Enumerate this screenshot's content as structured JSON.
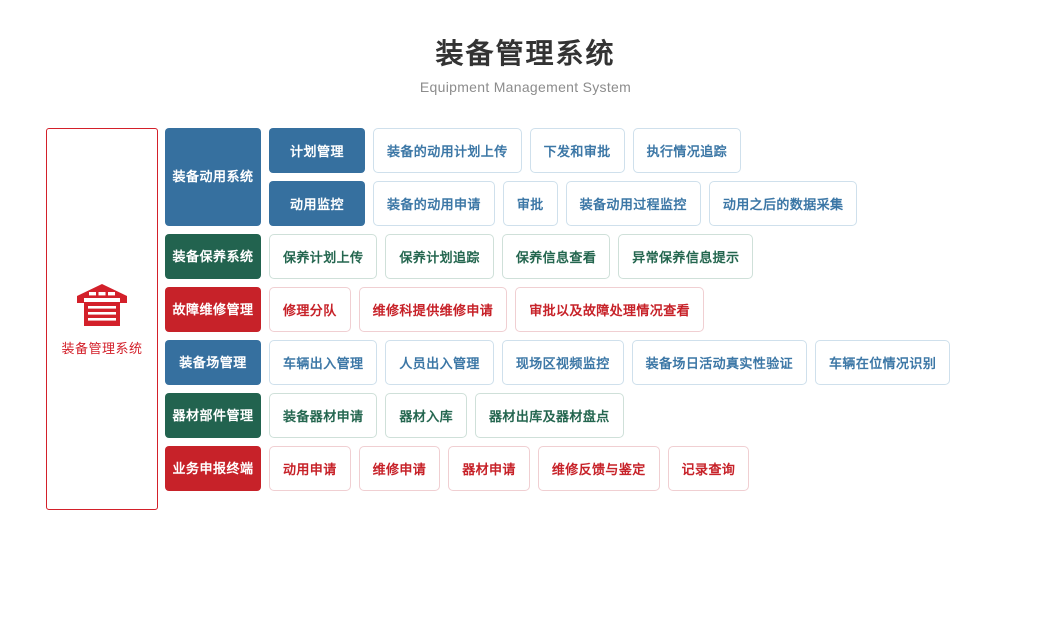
{
  "header": {
    "title": "装备管理系统",
    "subtitle": "Equipment Management System"
  },
  "root": {
    "label": "装备管理系统",
    "icon": "warehouse-icon",
    "color": "#d3202a"
  },
  "colors": {
    "blue": "#36709f",
    "green": "#22634f",
    "red": "#c72229",
    "title": "#333333",
    "subtitle": "#8c8c8c"
  },
  "groups": [
    {
      "category": "装备动用系统",
      "theme": "blue",
      "rows": [
        {
          "sub": "计划管理",
          "leaves": [
            "装备的动用计划上传",
            "下发和审批",
            "执行情况追踪"
          ]
        },
        {
          "sub": "动用监控",
          "leaves": [
            "装备的动用申请",
            "审批",
            "装备动用过程监控",
            "动用之后的数据采集"
          ]
        }
      ]
    },
    {
      "category": "装备保养系统",
      "theme": "green",
      "rows": [
        {
          "sub": null,
          "leaves": [
            "保养计划上传",
            "保养计划追踪",
            "保养信息查看",
            "异常保养信息提示"
          ]
        }
      ]
    },
    {
      "category": "故障维修管理",
      "theme": "red",
      "rows": [
        {
          "sub": null,
          "leaves": [
            "修理分队",
            "维修科提供维修申请",
            "审批以及故障处理情况查看"
          ]
        }
      ]
    },
    {
      "category": "装备场管理",
      "theme": "blue",
      "rows": [
        {
          "sub": null,
          "leaves": [
            "车辆出入管理",
            "人员出入管理",
            "现场区视频监控",
            "装备场日活动真实性验证",
            "车辆在位情况识别"
          ]
        }
      ]
    },
    {
      "category": "器材部件管理",
      "theme": "green",
      "rows": [
        {
          "sub": null,
          "leaves": [
            "装备器材申请",
            "器材入库",
            "器材出库及器材盘点"
          ]
        }
      ]
    },
    {
      "category": "业务申报终端",
      "theme": "red",
      "rows": [
        {
          "sub": null,
          "leaves": [
            "动用申请",
            "维修申请",
            "器材申请",
            "维修反馈与鉴定",
            "记录查询"
          ]
        }
      ]
    }
  ]
}
